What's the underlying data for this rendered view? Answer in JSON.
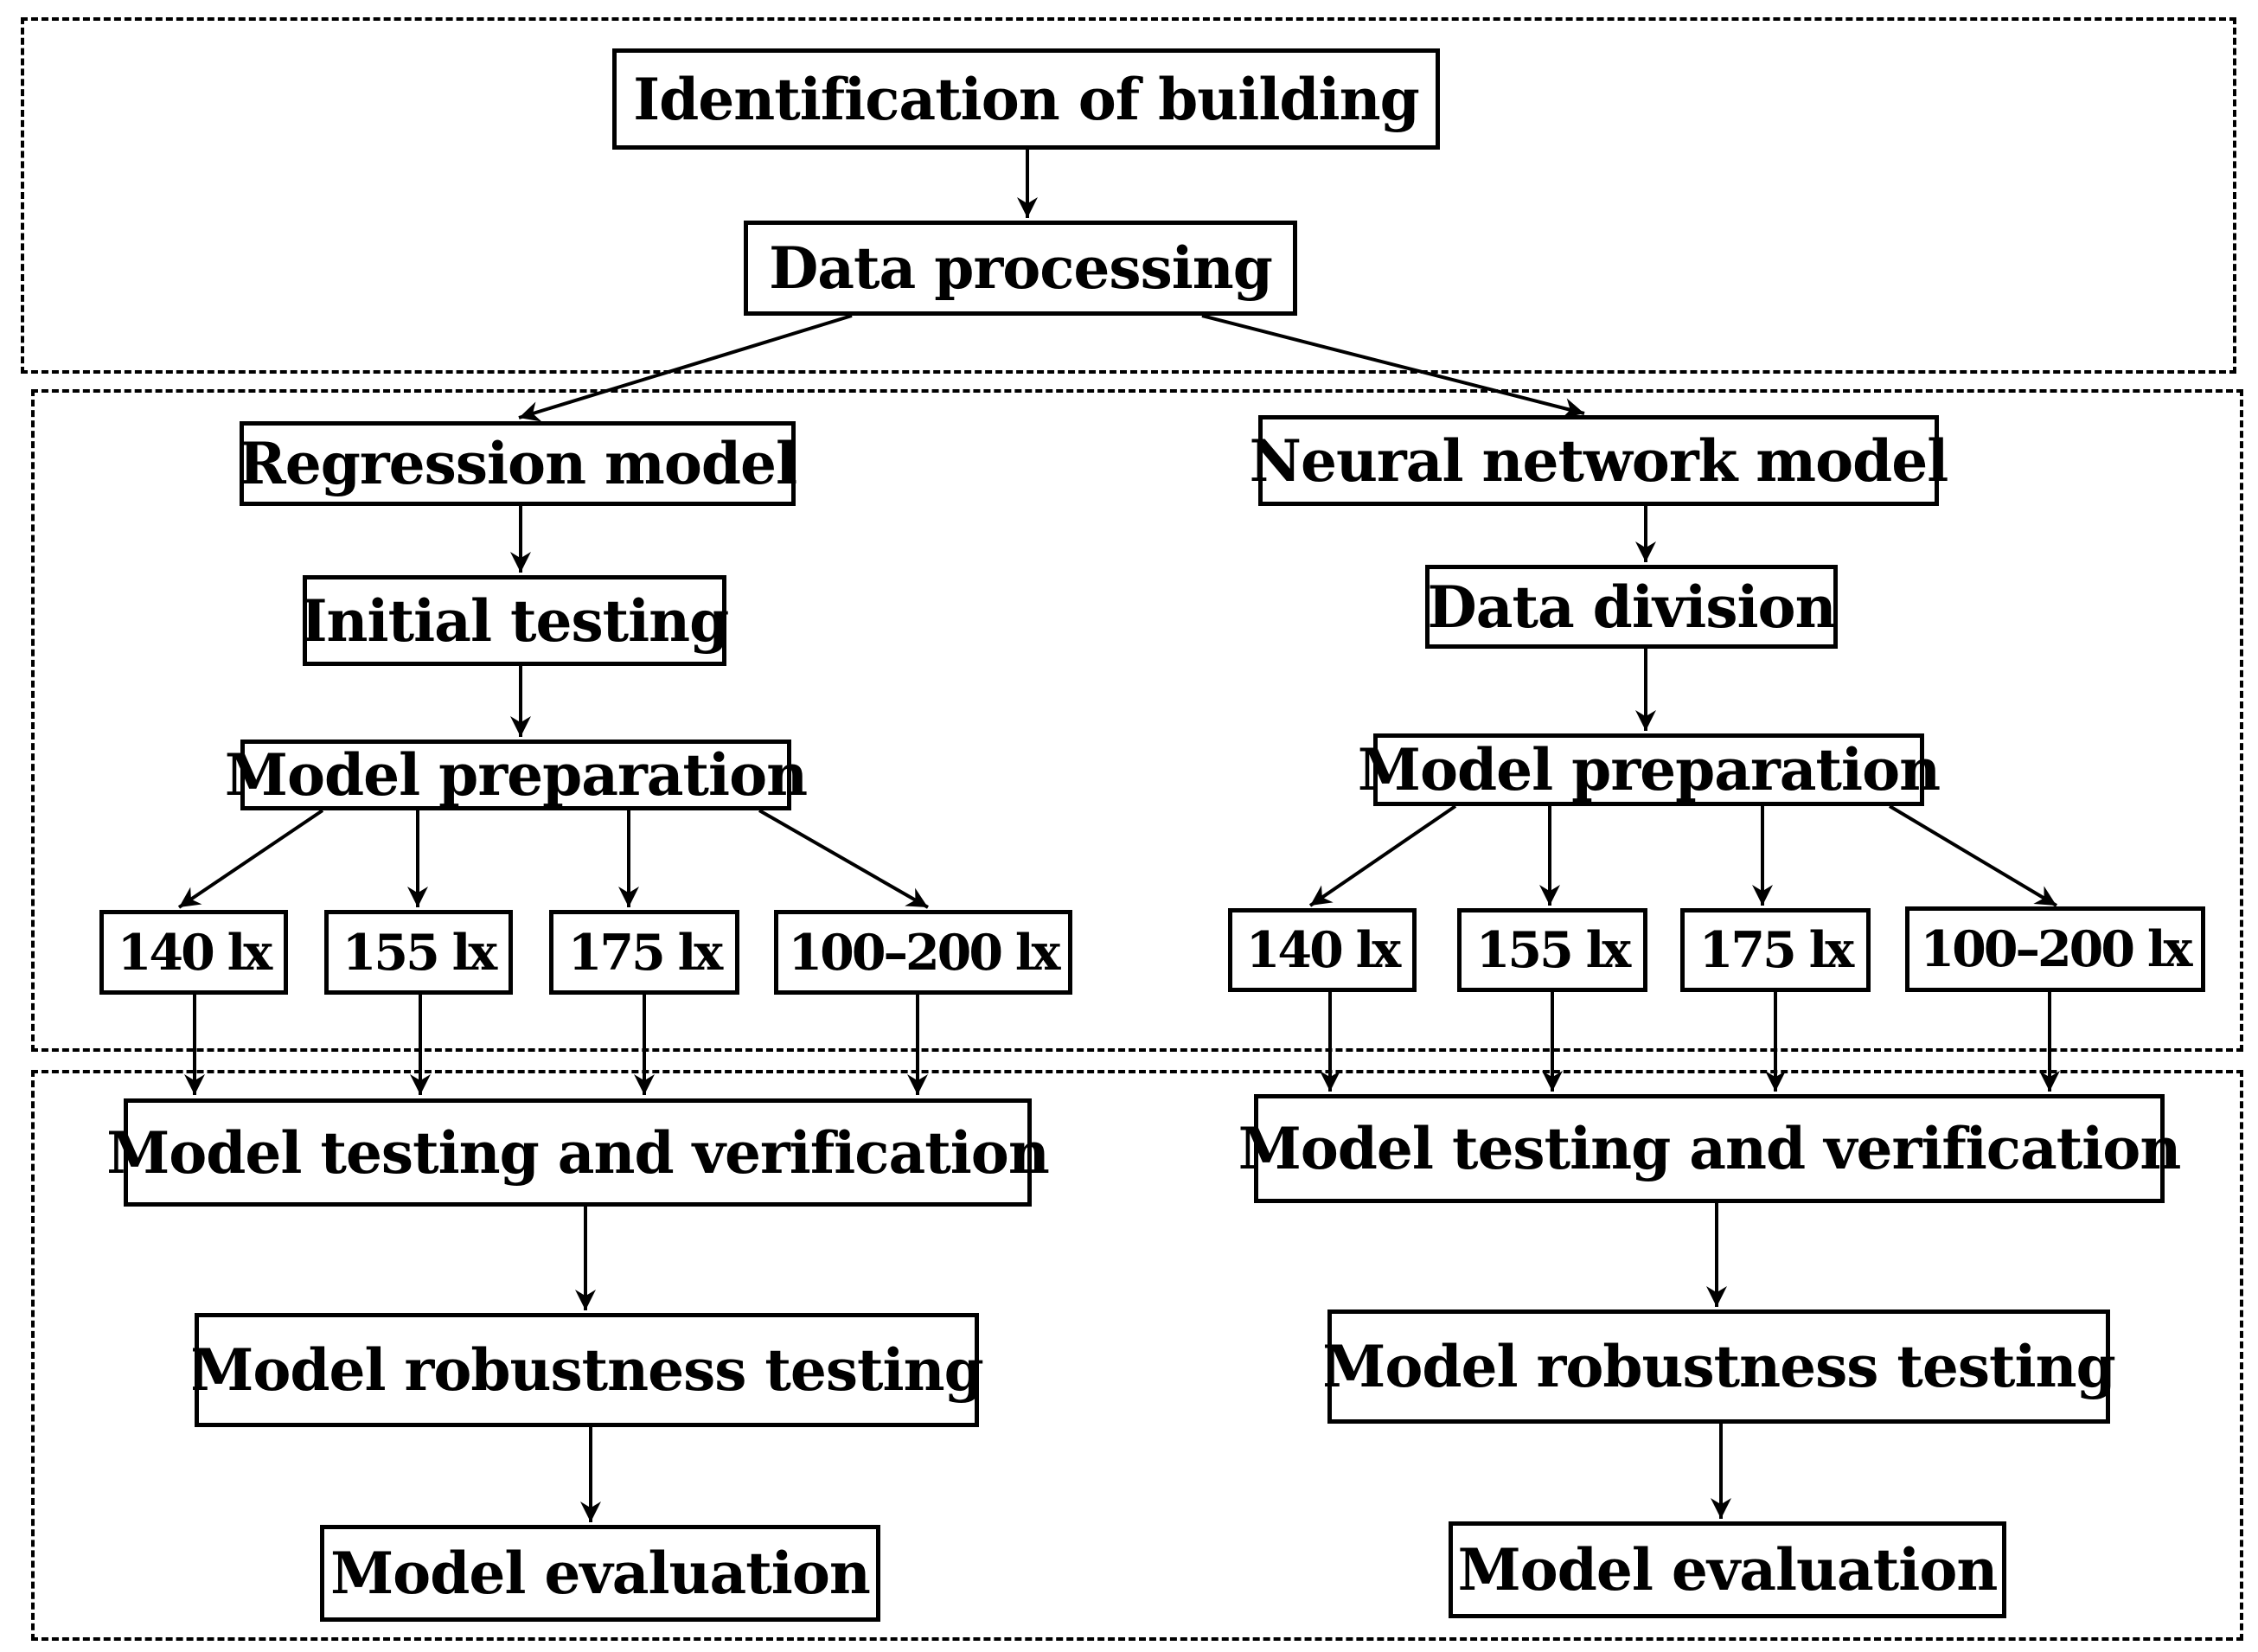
{
  "stages": {
    "identification": "Identification of building",
    "data_processing": "Data processing"
  },
  "regression": {
    "title": "Regression model",
    "initial_testing": "Initial testing",
    "model_preparation": "Model preparation",
    "illuminance": [
      "140 lx",
      "155 lx",
      "175 lx",
      "100–200 lx"
    ],
    "testing_verification": "Model testing and verification",
    "robustness": "Model robustness testing",
    "evaluation": "Model evaluation"
  },
  "neural": {
    "title": "Neural network model",
    "data_division": "Data division",
    "model_preparation": "Model preparation",
    "illuminance": [
      "140 lx",
      "155 lx",
      "175 lx",
      "100–200 lx"
    ],
    "testing_verification": "Model testing and verification",
    "robustness": "Model robustness testing",
    "evaluation": "Model evaluation"
  }
}
